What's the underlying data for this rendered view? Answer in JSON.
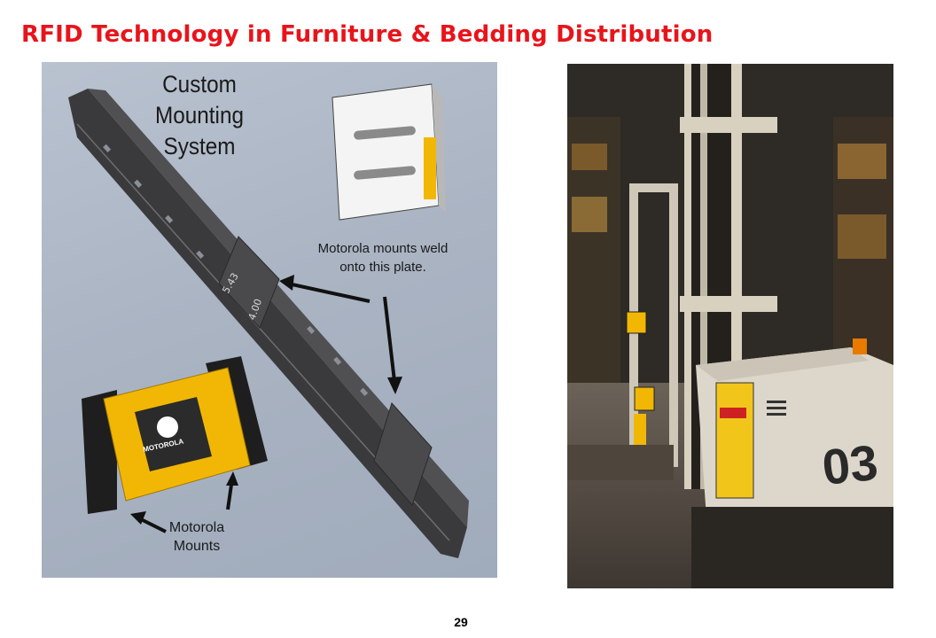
{
  "slide": {
    "title": "RFID Technology in Furniture & Bedding Distribution",
    "page_number": "29"
  },
  "diagram": {
    "caption_system": "Custom Mounting System",
    "caption_weld": "Motorola mounts weld onto this plate.",
    "caption_mounts": "Motorola Mounts",
    "dim_top": "5.43",
    "dim_side": "4.00",
    "reader_brand": "MOTOROLA"
  },
  "photo": {
    "truck_number": "03"
  },
  "colors": {
    "title": "#e8141b",
    "reader_yellow": "#f2b705",
    "panel_bg": "#aab4c3"
  }
}
